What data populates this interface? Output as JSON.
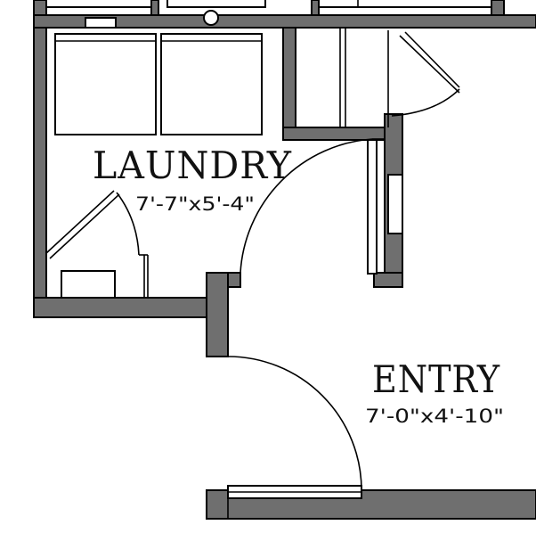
{
  "rooms": {
    "laundry": {
      "name": "LAUNDRY",
      "dimensions": "7'-7\"x5'-4\""
    },
    "entry": {
      "name": "ENTRY",
      "dimensions": "7'-0\"x4'-10\""
    }
  },
  "colors": {
    "wall_fill": "#6f6f6f",
    "line": "#000000",
    "background": "#ffffff"
  }
}
